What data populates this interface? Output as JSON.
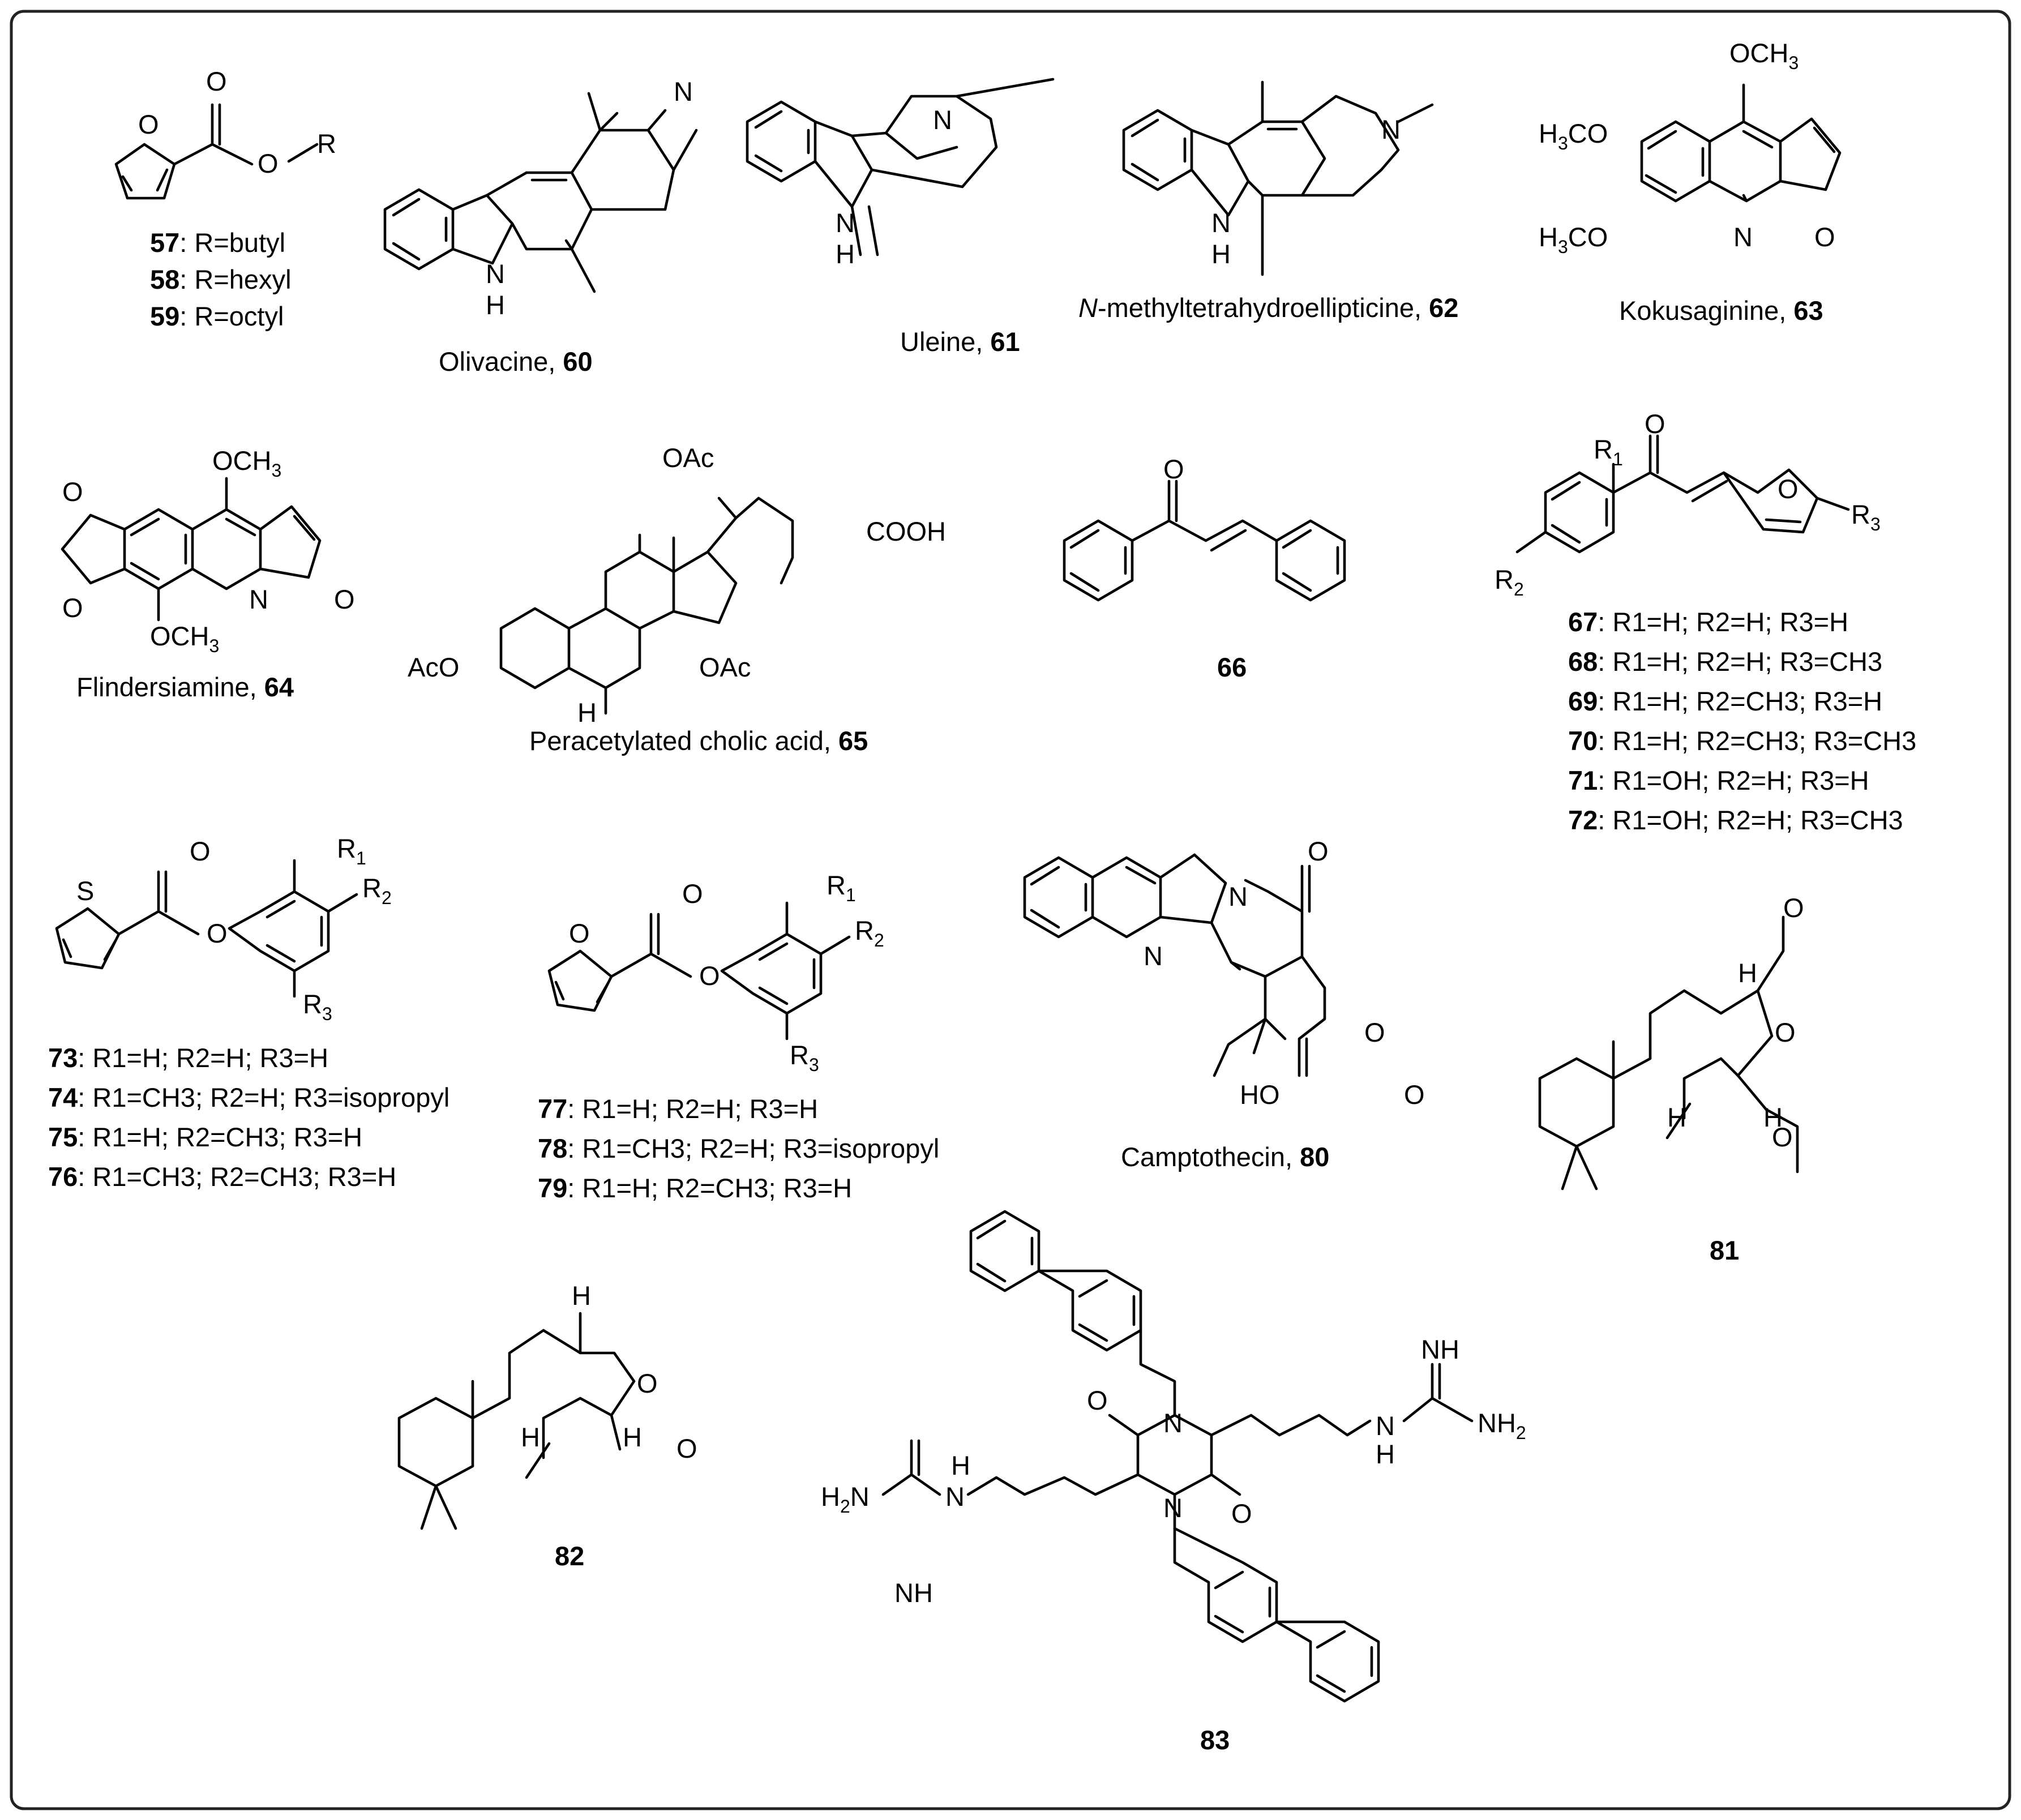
{
  "compounds": [
    {
      "id": "57-59",
      "labels": [
        {
          "num": "57",
          "text": ": R=butyl"
        },
        {
          "num": "58",
          "text": ": R=hexyl"
        },
        {
          "num": "59",
          "text": ": R=octyl"
        }
      ]
    },
    {
      "id": "60",
      "labels": [
        {
          "name": "Olivacine, ",
          "num": "60"
        }
      ]
    },
    {
      "id": "61",
      "labels": [
        {
          "name": "Uleine, ",
          "num": "61"
        }
      ]
    },
    {
      "id": "62",
      "labels": [
        {
          "prefix": "N",
          "name": "-methyltetrahydroellipticine, ",
          "num": "62"
        }
      ]
    },
    {
      "id": "63",
      "labels": [
        {
          "name": "Kokusaginine, ",
          "num": "63"
        }
      ]
    },
    {
      "id": "64",
      "labels": [
        {
          "name": "Flindersiamine, ",
          "num": "64"
        }
      ]
    },
    {
      "id": "65",
      "labels": [
        {
          "name": "Peracetylated cholic acid, ",
          "num": "65"
        }
      ]
    },
    {
      "id": "66",
      "labels": [
        {
          "num": "66"
        }
      ]
    },
    {
      "id": "67-72",
      "labels": [
        {
          "num": "67",
          "text": ": R1=H; R2=H; R3=H"
        },
        {
          "num": "68",
          "text": ": R1=H; R2=H; R3=CH3"
        },
        {
          "num": "69",
          "text": ": R1=H; R2=CH3; R3=H"
        },
        {
          "num": "70",
          "text": ": R1=H; R2=CH3; R3=CH3"
        },
        {
          "num": "71",
          "text": ": R1=OH; R2=H; R3=H"
        },
        {
          "num": "72",
          "text": ": R1=OH; R2=H; R3=CH3"
        }
      ]
    },
    {
      "id": "73-76",
      "labels": [
        {
          "num": "73",
          "text": ": R1=H; R2=H; R3=H"
        },
        {
          "num": "74",
          "text": ": R1=CH3; R2=H; R3=isopropyl"
        },
        {
          "num": "75",
          "text": ": R1=H; R2=CH3; R3=H"
        },
        {
          "num": "76",
          "text": ": R1=CH3; R2=CH3; R3=H"
        }
      ]
    },
    {
      "id": "77-79",
      "labels": [
        {
          "num": "77",
          "text": ": R1=H; R2=H; R3=H"
        },
        {
          "num": "78",
          "text": ": R1=CH3; R2=H; R3=isopropyl"
        },
        {
          "num": "79",
          "text": ": R1=H; R2=CH3; R3=H"
        }
      ]
    },
    {
      "id": "80",
      "labels": [
        {
          "name": "Camptothecin, ",
          "num": "80"
        }
      ]
    },
    {
      "id": "81",
      "labels": [
        {
          "num": "81"
        }
      ]
    },
    {
      "id": "82",
      "labels": [
        {
          "num": "82"
        }
      ]
    },
    {
      "id": "83",
      "labels": [
        {
          "num": "83"
        }
      ]
    }
  ],
  "atoms": {
    "O": "O",
    "R": "R",
    "N": "N",
    "H": "H",
    "S": "S",
    "OAc": "OAc",
    "AcO": "AcO",
    "COOH": "COOH",
    "OCH3": "OCH",
    "H3CO": "H",
    "CO": "CO",
    "OCH3_sub": "3",
    "R1": "R",
    "R2": "R",
    "R3": "R",
    "sub1": "1",
    "sub2": "2",
    "sub3": "3",
    "HO": "HO",
    "NH": "NH",
    "NH2": "NH",
    "H2N": "H",
    "N_": "N"
  },
  "colors": {
    "ink": "#000000",
    "frame": "#222222",
    "background": "#ffffff"
  }
}
